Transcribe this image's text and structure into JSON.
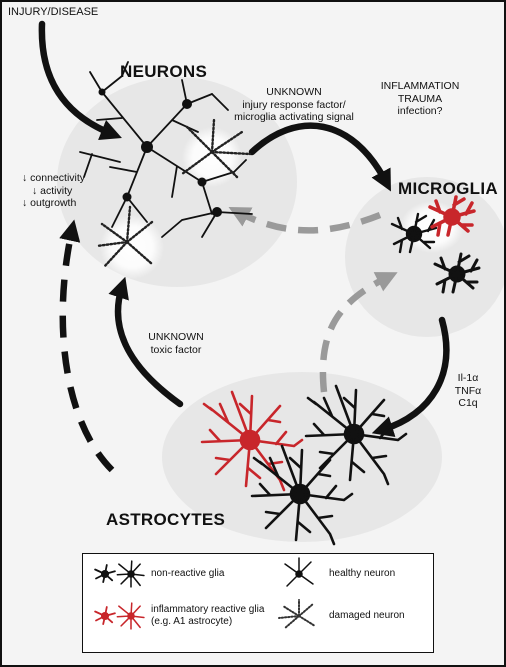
{
  "labels": {
    "injury": "INJURY/DISEASE",
    "neurons": "NEURONS",
    "microglia": "MICROGLIA",
    "astrocytes": "ASTROCYTES",
    "unknown_factor_1": "UNKNOWN",
    "unknown_factor_2": "injury response factor/",
    "unknown_factor_3": "microglia activating signal",
    "inflammation_1": "INFLAMMATION",
    "inflammation_2": "TRAUMA",
    "inflammation_3": "infection?",
    "effects_1": "↓ connectivity",
    "effects_2": "↓ activity",
    "effects_3": "↓ outgrowth",
    "toxic_1": "UNKNOWN",
    "toxic_2": "toxic factor",
    "cytokine_1": "Il-1α",
    "cytokine_2": "TNFα",
    "cytokine_3": "C1q"
  },
  "legend": {
    "non_reactive": "non-reactive glia",
    "reactive_1": "inflammatory reactive glia",
    "reactive_2": "(e.g. A1 astrocyte)",
    "healthy": "healthy neuron",
    "damaged": "damaged neuron"
  },
  "colors": {
    "reactive": "#c8262b",
    "arrow": "#111111",
    "dashed_grey": "#9a9a9a"
  }
}
